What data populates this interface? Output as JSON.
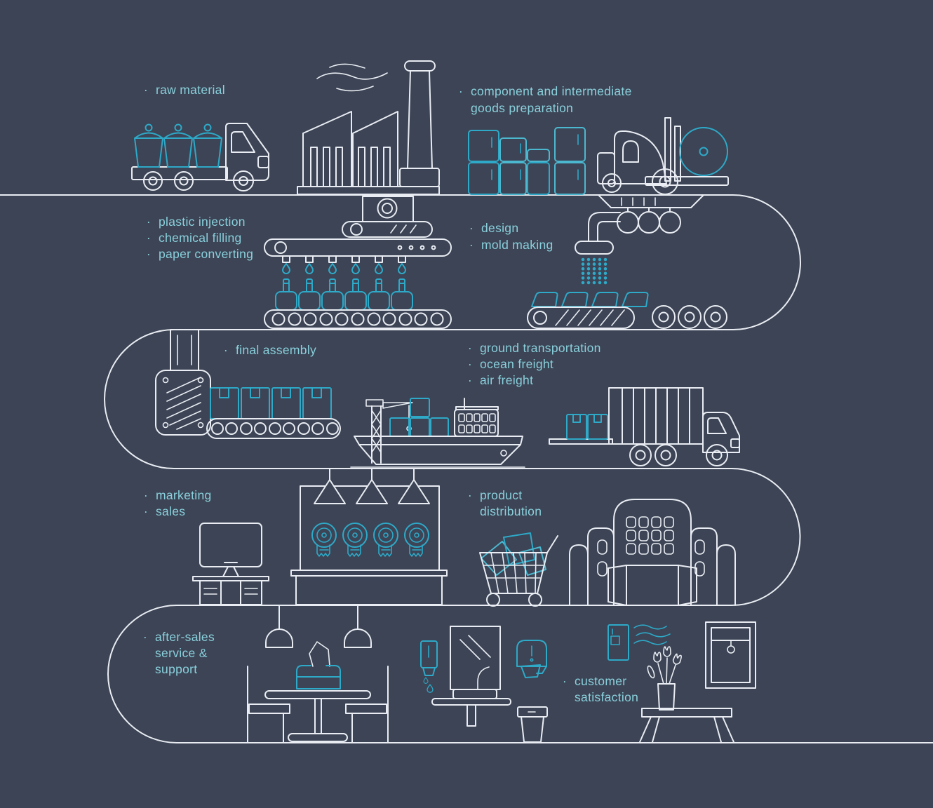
{
  "title": "product lifecycle flow diagram",
  "bullet": "·",
  "colors": {
    "background": "#3c4455",
    "line_white": "#e9ecf2",
    "accent_teal": "#2ea9c8",
    "label_text": "#8ad0dc"
  },
  "stages": {
    "raw_material": {
      "lines": [
        "raw material"
      ]
    },
    "component": {
      "lines": [
        "component and intermediate",
        "goods preparation"
      ]
    },
    "processing": {
      "lines": [
        "plastic injection",
        "chemical filling",
        "paper converting"
      ]
    },
    "design": {
      "lines": [
        "design",
        "mold making"
      ]
    },
    "final_assembly": {
      "lines": [
        "final assembly"
      ]
    },
    "freight": {
      "lines": [
        "ground transportation",
        "ocean freight",
        "air freight"
      ]
    },
    "marketing": {
      "lines": [
        "marketing",
        "sales"
      ]
    },
    "distribution": {
      "lines": [
        "product",
        "distribution"
      ]
    },
    "aftersales": {
      "lines": [
        "after-sales",
        "service &",
        "support"
      ]
    },
    "satisfaction": {
      "lines": [
        "customer",
        "satisfaction"
      ]
    }
  }
}
